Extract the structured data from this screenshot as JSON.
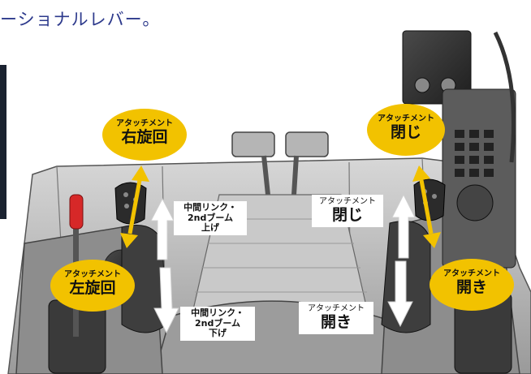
{
  "heading": "ーショナルレバー。",
  "badges": {
    "right_turn": {
      "small": "アタッチメント",
      "big": "右旋回"
    },
    "left_turn": {
      "small": "アタッチメント",
      "big": "左旋回"
    },
    "close_top": {
      "small": "アタッチメント",
      "big": "閉じ"
    },
    "open_bottom": {
      "small": "アタッチメント",
      "big": "開き"
    }
  },
  "labels": {
    "boom_up": {
      "line1": "中間リンク・",
      "line2": "2ndブーム",
      "line3": "上げ"
    },
    "boom_down": {
      "line1": "中間リンク・",
      "line2": "2ndブーム",
      "line3": "下げ"
    },
    "attach_close": {
      "small": "アタッチメント",
      "big": "閉じ"
    },
    "attach_open": {
      "small": "アタッチメント",
      "big": "開き"
    }
  },
  "colors": {
    "badge_yellow": "#f2c200",
    "heading_blue": "#2d3a8c",
    "arrow_yellow": "#f2c200",
    "lever_red": "#d62828"
  }
}
